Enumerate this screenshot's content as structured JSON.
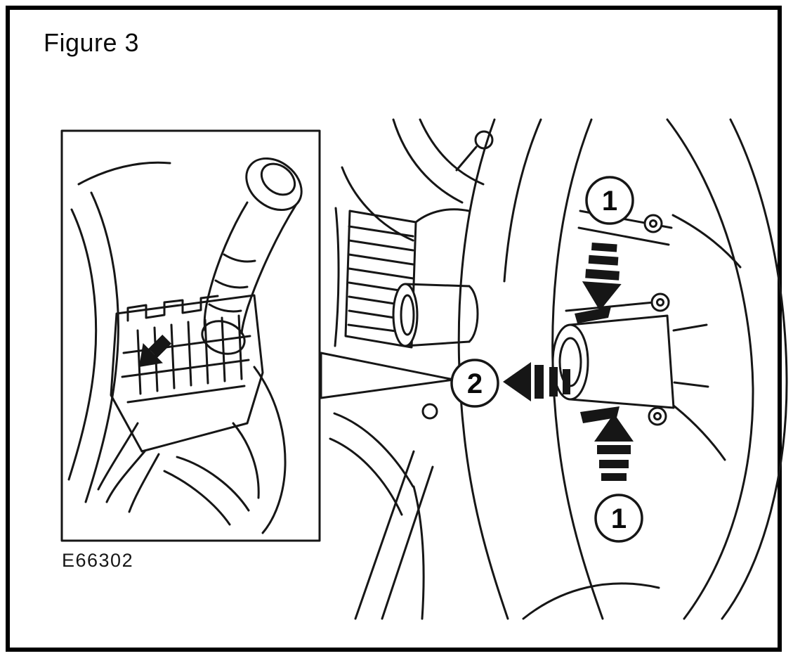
{
  "figure": {
    "title": "Figure 3",
    "reference_code": "E66302"
  },
  "callouts": {
    "top": {
      "label": "1"
    },
    "middle": {
      "label": "2"
    },
    "bottom": {
      "label": "1"
    }
  },
  "icons": {
    "top_arrow": "striped-arrow-down",
    "middle_arrow": "striped-arrow-left",
    "bottom_arrow": "striped-arrow-up",
    "inset_arrow": "solid-arrow-down-left"
  },
  "colors": {
    "line": "#161616",
    "background": "#ffffff",
    "frame_border": "#000000"
  }
}
